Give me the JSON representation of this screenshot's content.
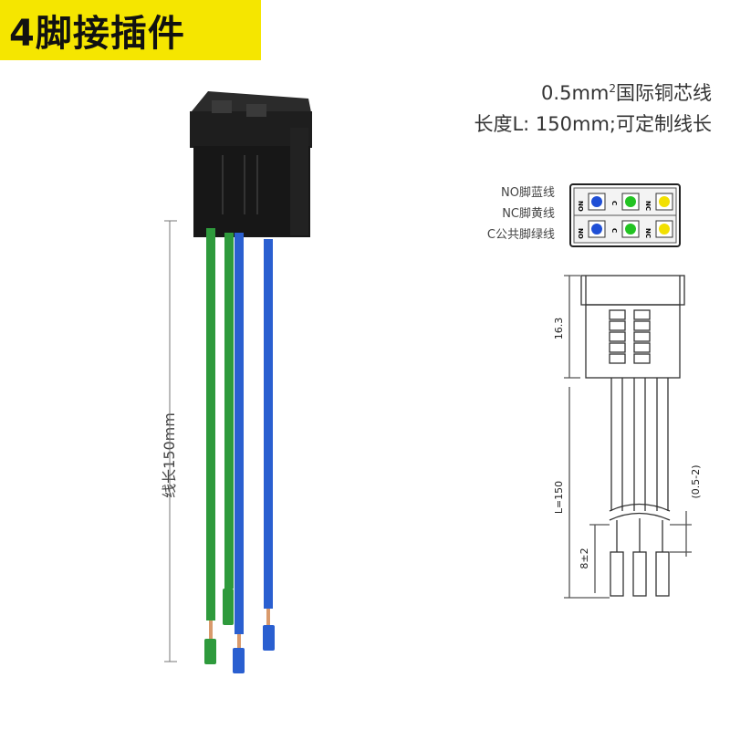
{
  "title": "4脚接插件",
  "spec": {
    "line1_prefix": "0.5mm",
    "line1_sup": "2",
    "line1_suffix": "国际铜芯线",
    "line2": "长度L: 150mm;可定制线长"
  },
  "legend": [
    "NO脚蓝线",
    "NC脚黄线",
    "C公共脚绿线"
  ],
  "length_label": "线长150mm",
  "pin_grid": {
    "rows": [
      [
        {
          "label": "NO",
          "color": "#1f4fd6"
        },
        {
          "label": "C",
          "color": "#22c322"
        },
        {
          "label": "NC",
          "color": "#f2e000"
        }
      ],
      [
        {
          "label": "NO",
          "color": "#1f4fd6"
        },
        {
          "label": "C",
          "color": "#22c322"
        },
        {
          "label": "NC",
          "color": "#f2e000"
        }
      ]
    ]
  },
  "drawing": {
    "dim_height": "16.3",
    "dim_length": "L=150",
    "dim_strip": "8±2",
    "dim_gap": "(0.5-2)"
  },
  "colors": {
    "banner": "#f5e600",
    "blue_wire": "#2a5fd0",
    "green_wire": "#2e9a3c",
    "connector": "#1a1a1a",
    "copper": "#d99a6c"
  }
}
